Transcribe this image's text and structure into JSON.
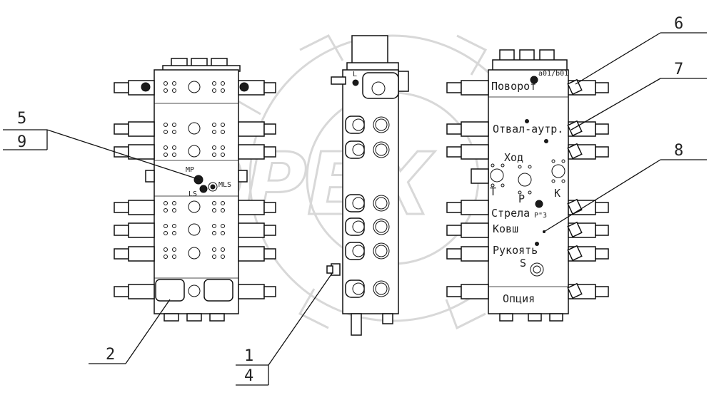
{
  "callouts": {
    "c6": "6",
    "c7": "7",
    "c8": "8",
    "c5": "5",
    "c9": "9",
    "c2": "2",
    "c1": "1",
    "c4": "4"
  },
  "left_view": {
    "mp": "MP",
    "ls": "LS",
    "mls": "MLS"
  },
  "middle_view": {
    "l": "L"
  },
  "right_view": {
    "port_code": "a01/b01",
    "swing": "Поворот",
    "blade": "Отвал-аутр.",
    "travel": "Ход",
    "t": "T",
    "p": "P",
    "k": "K",
    "boom": "Стрела",
    "p3": "P\"3",
    "bucket": "Ковш",
    "arm": "Рукоять",
    "s": "S",
    "option": "Опция"
  },
  "watermark": {
    "text": "OPEX",
    "icon": "gear-outline"
  }
}
